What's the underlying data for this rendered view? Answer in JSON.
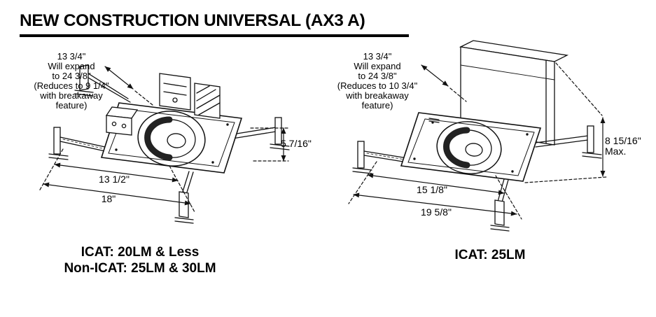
{
  "page": {
    "title": "NEW CONSTRUCTION UNIVERSAL (AX3 A)"
  },
  "figures": {
    "left": {
      "expand_note": "13 3/4\"\nWill expand\nto 24 3/8\"\n(Reduces to 9 1/4\"\nwith breakaway\nfeature)",
      "height_dim": "5 7/16\"",
      "inner_width_dim": "13 1/2\"",
      "outer_width_dim": "18\"",
      "caption_line1": "ICAT: 20LM & Less",
      "caption_line2": "Non-ICAT: 25LM & 30LM"
    },
    "right": {
      "expand_note": "13 3/4\"\nWill expand\nto 24 3/8\"\n(Reduces to 10 3/4\"\nwith breakaway\nfeature)",
      "height_dim": "8 15/16\"\nMax.",
      "inner_width_dim": "15 1/8\"",
      "outer_width_dim": "19 5/8\"",
      "caption_line1": "ICAT: 25LM"
    }
  }
}
